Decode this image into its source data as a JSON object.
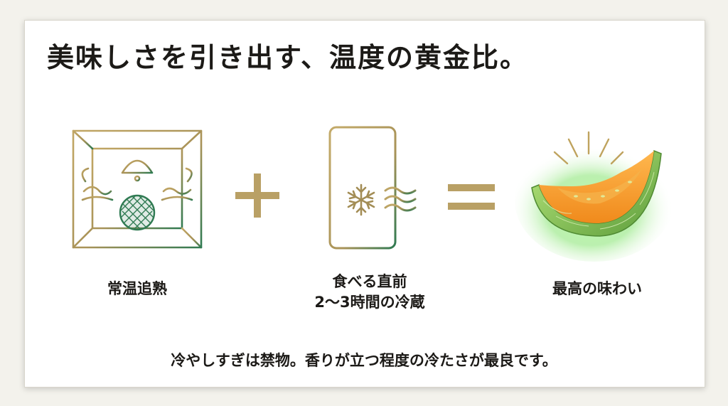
{
  "title": "美味しさを引き出す、温度の黄金比。",
  "steps": [
    {
      "label": "常温追熟",
      "icon": "room-ripening-icon"
    },
    {
      "label_lines": [
        "食べる直前",
        "2〜3時間の冷蔵"
      ],
      "icon": "refrigerator-snowflake-icon"
    },
    {
      "label": "最高の味わい",
      "icon": "glowing-melon-slice-icon"
    }
  ],
  "operators": {
    "plus": "plus-icon",
    "equals": "equals-icon"
  },
  "footer": "冷やしすぎは禁物。香りが立つ程度の冷たさが最良です。",
  "colors": {
    "gold": "#b59a5c",
    "green": "#3f7a55",
    "melon_flesh": "#f4a13a",
    "melon_rind": "#6ea84a",
    "glow": "#9df08a"
  }
}
